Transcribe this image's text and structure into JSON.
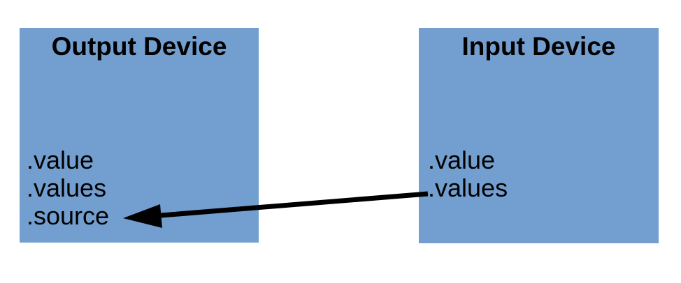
{
  "colors": {
    "box_fill": "#729fcf",
    "arrow": "#000000",
    "text": "#000000",
    "background": "#ffffff"
  },
  "diagram": {
    "nodes": [
      {
        "id": "output-device",
        "title": "Output Device",
        "properties": [
          ".value",
          ".values",
          ".source"
        ]
      },
      {
        "id": "input-device",
        "title": "Input Device",
        "properties": [
          ".value",
          ".values"
        ]
      }
    ],
    "connector": {
      "from_node": "input-device",
      "from_property": ".values",
      "to_node": "output-device",
      "to_property": ".source",
      "direction": "right-to-left"
    }
  }
}
